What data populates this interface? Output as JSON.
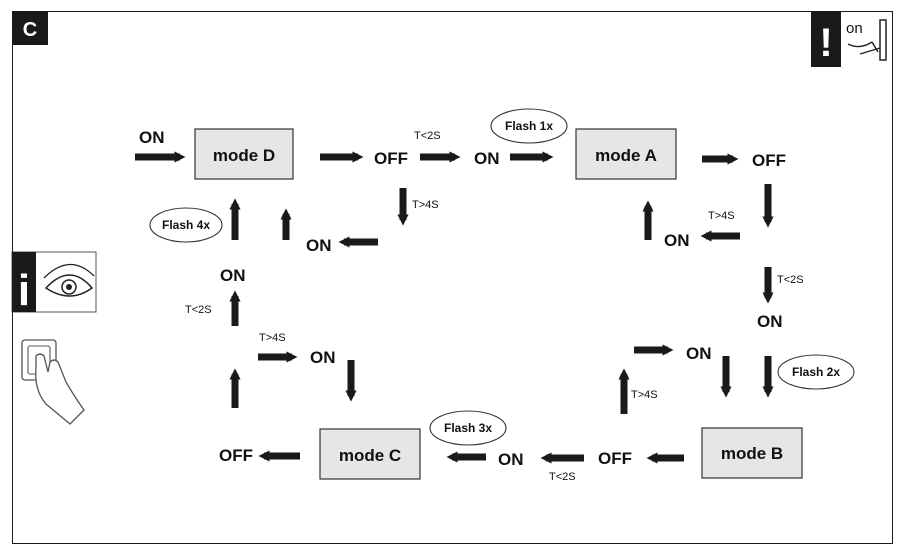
{
  "panel_letter": "C",
  "corner": {
    "mark": "!",
    "text": "on"
  },
  "info": {
    "mark": "i"
  },
  "modes": {
    "a": "mode A",
    "b": "mode B",
    "c": "mode C",
    "d": "mode D"
  },
  "flashes": {
    "a": "Flash 1x",
    "b": "Flash 2x",
    "c": "Flash 3x",
    "d": "Flash 4x"
  },
  "labels": {
    "on_start": "ON",
    "off_top_left": "OFF",
    "on_top_mid": "ON",
    "off_top_right": "OFF",
    "on_under_a": "ON",
    "on_right_col": "ON",
    "on_mid_right": "ON",
    "off_bottom_right": "OFF",
    "on_bottom_mid": "ON",
    "off_bottom_left": "OFF",
    "on_left_mid": "ON",
    "on_center_left": "ON",
    "on_upper_mid": "ON"
  },
  "timings": {
    "t_lt2_top": "T<2S",
    "t_gt4_top": "T>4S",
    "t_gt4_right": "T>4S",
    "t_lt2_right": "T<2S",
    "t_gt4_bottom_right": "T>4S",
    "t_lt2_bottom": "T<2S",
    "t_lt2_left": "T<2S",
    "t_gt4_left": "T>4S"
  }
}
